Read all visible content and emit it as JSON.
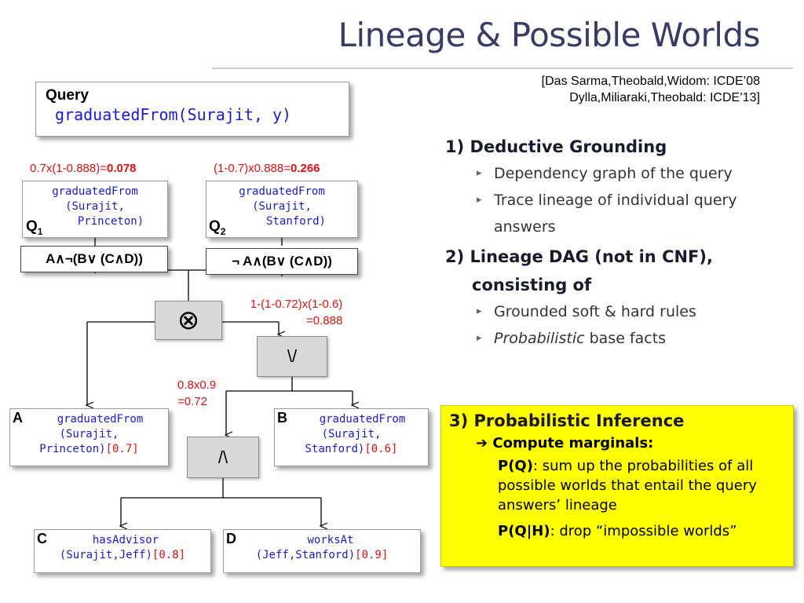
{
  "slide": {
    "title": "Lineage & Possible Worlds",
    "citation_line1": "[Das Sarma,Theobald,Widom:  ICDE’08",
    "citation_line2": "Dylla,Miliaraki,Theobald: ICDE’13]"
  },
  "query": {
    "label": "Query",
    "text": "graduatedFrom(Surajit, y)"
  },
  "q1": {
    "calc_prefix": "0.7x(1-0.888)=",
    "calc_result": "0.078",
    "fact_line1": "graduatedFrom",
    "fact_line2": "(Surajit,",
    "fact_line3": "Princeton)",
    "label": "Q",
    "label_sub": "1",
    "formula": "A∧¬(B∨ (C∧D))"
  },
  "q2": {
    "calc_prefix": "(1-0.7)x0.888=",
    "calc_result": "0.266",
    "fact_line1": "graduatedFrom",
    "fact_line2": "(Surajit,",
    "fact_line3": "Stanford)",
    "label": "Q",
    "label_sub": "2",
    "formula": "¬ A∧(B∨ (C∧D))"
  },
  "ops": {
    "xor_symbol": "⊗",
    "or_symbol": "\\/",
    "and_symbol": "/\\",
    "or_calc_line1": "1-(1-0.72)x(1-0.6)",
    "or_calc_line2": "=0.888",
    "and_calc_line1": "0.8x0.9",
    "and_calc_line2": "=0.72"
  },
  "facts": {
    "a": {
      "letter": "A",
      "line1": "graduatedFrom",
      "line2": "(Surajit,",
      "line3": "Princeton)",
      "prob": "[0.7]"
    },
    "b": {
      "letter": "B",
      "line1": "graduatedFrom",
      "line2": "(Surajit,",
      "line3": "Stanford)",
      "prob": "[0.6]"
    },
    "c": {
      "letter": "C",
      "line1": "hasAdvisor",
      "line2": "(Surajit,Jeff)",
      "prob": "[0.8]"
    },
    "d": {
      "letter": "D",
      "line1": "worksAt",
      "line2": "(Jeff,Stanford)",
      "prob": "[0.9]"
    }
  },
  "panel": {
    "s1_title": "1) Deductive Grounding",
    "s1_items": [
      "Dependency graph of the query",
      "Trace lineage of individual query answers"
    ],
    "s2_title_line1": "2) Lineage DAG (not in CNF),",
    "s2_title_line2": "consisting of",
    "s2_item1": "Grounded soft & hard rules",
    "s2_item2_em": "Probabilistic",
    "s2_item2_rest": " base facts"
  },
  "inference": {
    "title": "3) Probabilistic Inference",
    "arrow": "➔",
    "compute": "Compute marginals:",
    "pq_label": "P(Q)",
    "pq_text": ": sum up the probabilities of all possible worlds that entail the query answers’ lineage",
    "pqh_label": "P(Q|H)",
    "pqh_text": ": drop “impossible worlds”"
  },
  "colors": {
    "title": "#3a3a66",
    "mono_blue": "#1a1ad6",
    "calc_red": "#e01010",
    "highlight": "#ffff00",
    "op_gray": "#d8d8d8"
  }
}
